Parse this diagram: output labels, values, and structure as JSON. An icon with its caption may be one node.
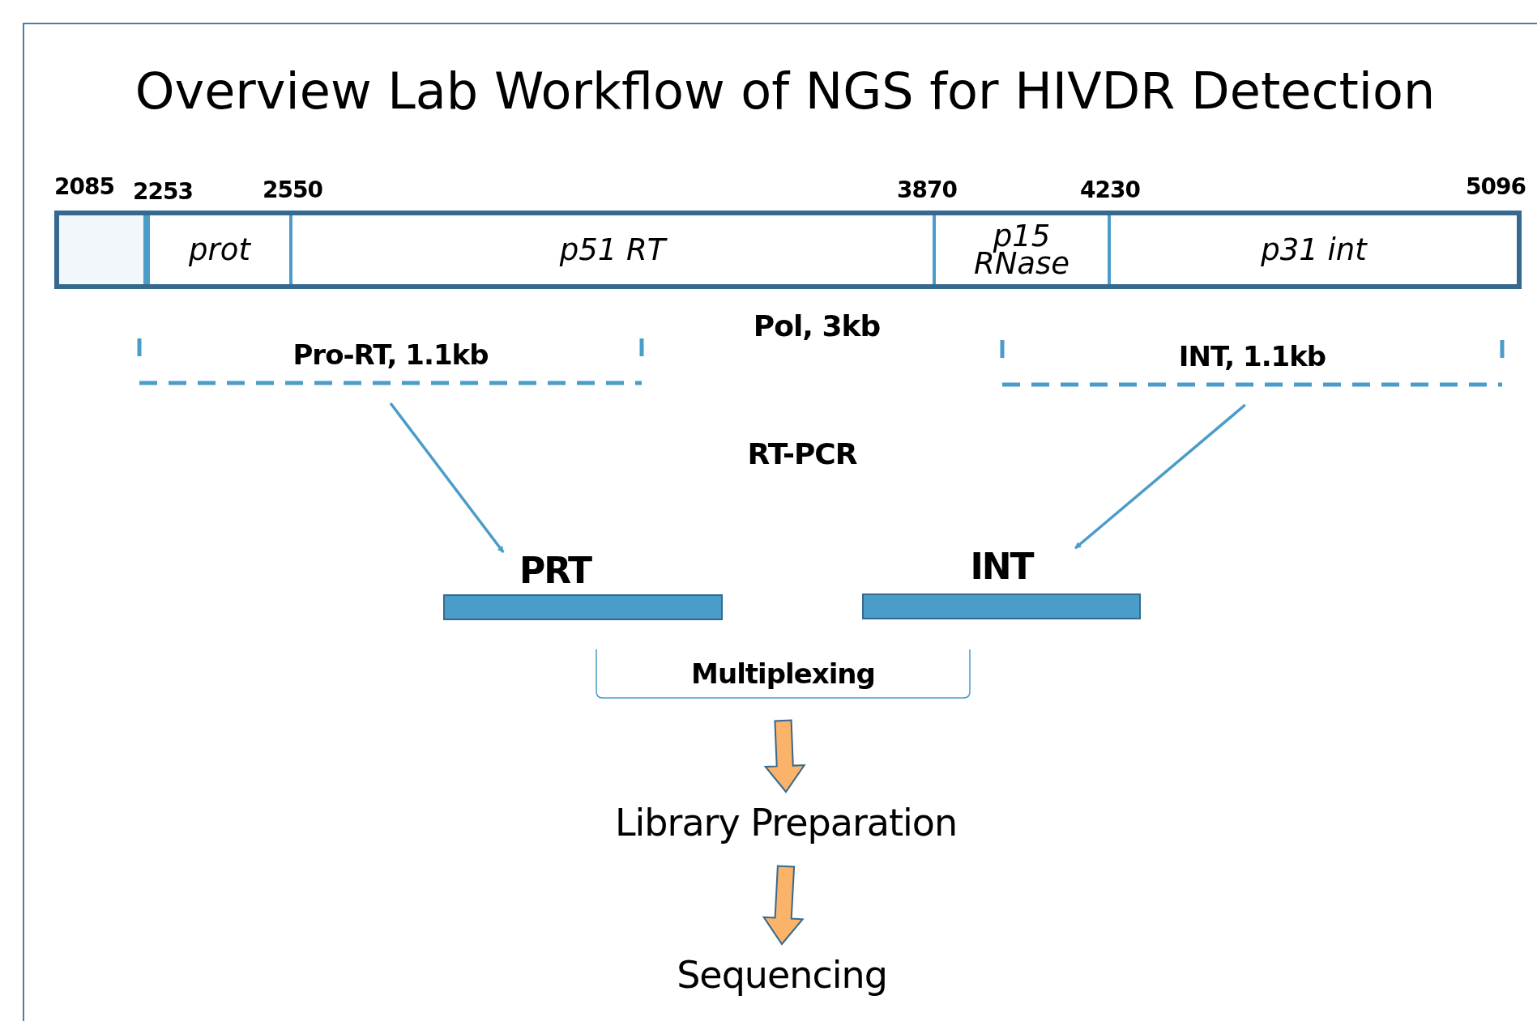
{
  "diagram": {
    "title": "Overview Lab Workflow of NGS for HIVDR Detection",
    "nodes": [
      {
        "text": [],
        "shape": "bar"
      },
      {
        "text": [],
        "shape": "box",
        "in": 0
      },
      {
        "text": [
          "prot"
        ],
        "in": 0
      },
      {
        "text": [
          "p51 RT"
        ],
        "in": 0
      },
      {
        "text": [
          "p15 RNase"
        ],
        "in": 0
      },
      {
        "text": [
          "p31 int"
        ],
        "in": 0
      },
      {
        "text": [
          "Pro-RT, 1.1kb"
        ]
      },
      {
        "text": [
          "INT, 1.1kb"
        ]
      },
      {
        "text": [
          "PRT"
        ]
      },
      {
        "text": [
          "INT"
        ]
      },
      {
        "text": [
          "Multiplexing"
        ]
      },
      {
        "text": [
          "Library Preparation"
        ]
      },
      {
        "text": [
          "Sequencing"
        ]
      }
    ],
    "edges": [
      {
        "from": 6,
        "to": 8,
        "arrow": "to"
      },
      {
        "from": 7,
        "to": 9,
        "arrow": "to"
      },
      {
        "from": 10,
        "to": 11,
        "arrow": "to",
        "style": "thick",
        "color": "#fbb36a"
      },
      {
        "from": 11,
        "to": 12,
        "arrow": "to",
        "style": "thick",
        "color": "#fbb36a"
      }
    ],
    "labels": [
      "2085",
      "2253",
      "2550",
      "3870",
      "4230",
      "5096",
      "Pol, 3kb",
      "RT-PCR"
    ]
  }
}
